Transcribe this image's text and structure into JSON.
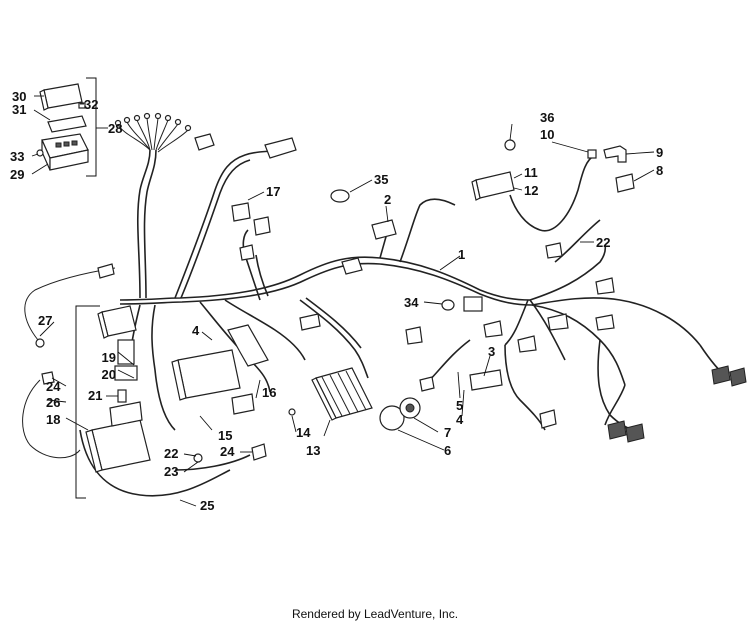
{
  "callouts": [
    "30",
    "31",
    "32",
    "28",
    "33",
    "29",
    "36",
    "10",
    "9",
    "11",
    "12",
    "8",
    "35",
    "2",
    "17",
    "1",
    "22",
    "34",
    "27",
    "4",
    "3",
    "5",
    "19",
    "20",
    "24",
    "26",
    "21",
    "18",
    "16",
    "14",
    "13",
    "15",
    "7",
    "6",
    "22",
    "23",
    "24",
    "25",
    "4"
  ],
  "footer": "Rendered by LeadVenture, Inc.",
  "colors": {
    "line": "#222222",
    "background": "#ffffff"
  }
}
